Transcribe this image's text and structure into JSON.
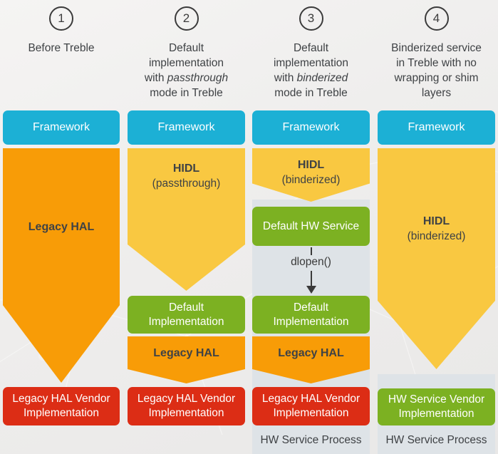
{
  "colors": {
    "framework_blue": "#1cb0d5",
    "hidl_yellow": "#f9c841",
    "legacy_orange": "#f89c07",
    "impl_green": "#7cb122",
    "vendor_red": "#dc2d15",
    "process_panel_gray": "#dee3e7"
  },
  "columns": [
    {
      "number": "1",
      "description": "Before Treble",
      "framework_label": "Framework",
      "legacy_hal_label": "Legacy HAL",
      "vendor_label": "Legacy HAL Vendor Implementation"
    },
    {
      "number": "2",
      "desc_part1": "Default implementation with ",
      "desc_italic": "passthrough",
      "desc_part2": " mode in Treble",
      "framework_label": "Framework",
      "hidl_label": "HIDL",
      "hidl_mode": "(passthrough)",
      "default_impl_label": "Default Implementation",
      "legacy_hal_label": "Legacy HAL",
      "vendor_label": "Legacy HAL Vendor Implementation"
    },
    {
      "number": "3",
      "desc_part1": "Default implementation with ",
      "desc_italic": "binderized",
      "desc_part2": " mode in Treble",
      "framework_label": "Framework",
      "hidl_label": "HIDL",
      "hidl_mode": "(binderized)",
      "default_hw_service_label": "Default HW Service",
      "dlopen_label": "dlopen()",
      "default_impl_label": "Default Implementation",
      "legacy_hal_label": "Legacy HAL",
      "vendor_label": "Legacy HAL Vendor Implementation",
      "process_label": "HW Service Process"
    },
    {
      "number": "4",
      "description": "Binderized service in Treble with no wrapping or shim layers",
      "framework_label": "Framework",
      "hidl_label": "HIDL",
      "hidl_mode": "(binderized)",
      "vendor_label": "HW Service Vendor Implementation",
      "process_label": "HW Service Process"
    }
  ]
}
